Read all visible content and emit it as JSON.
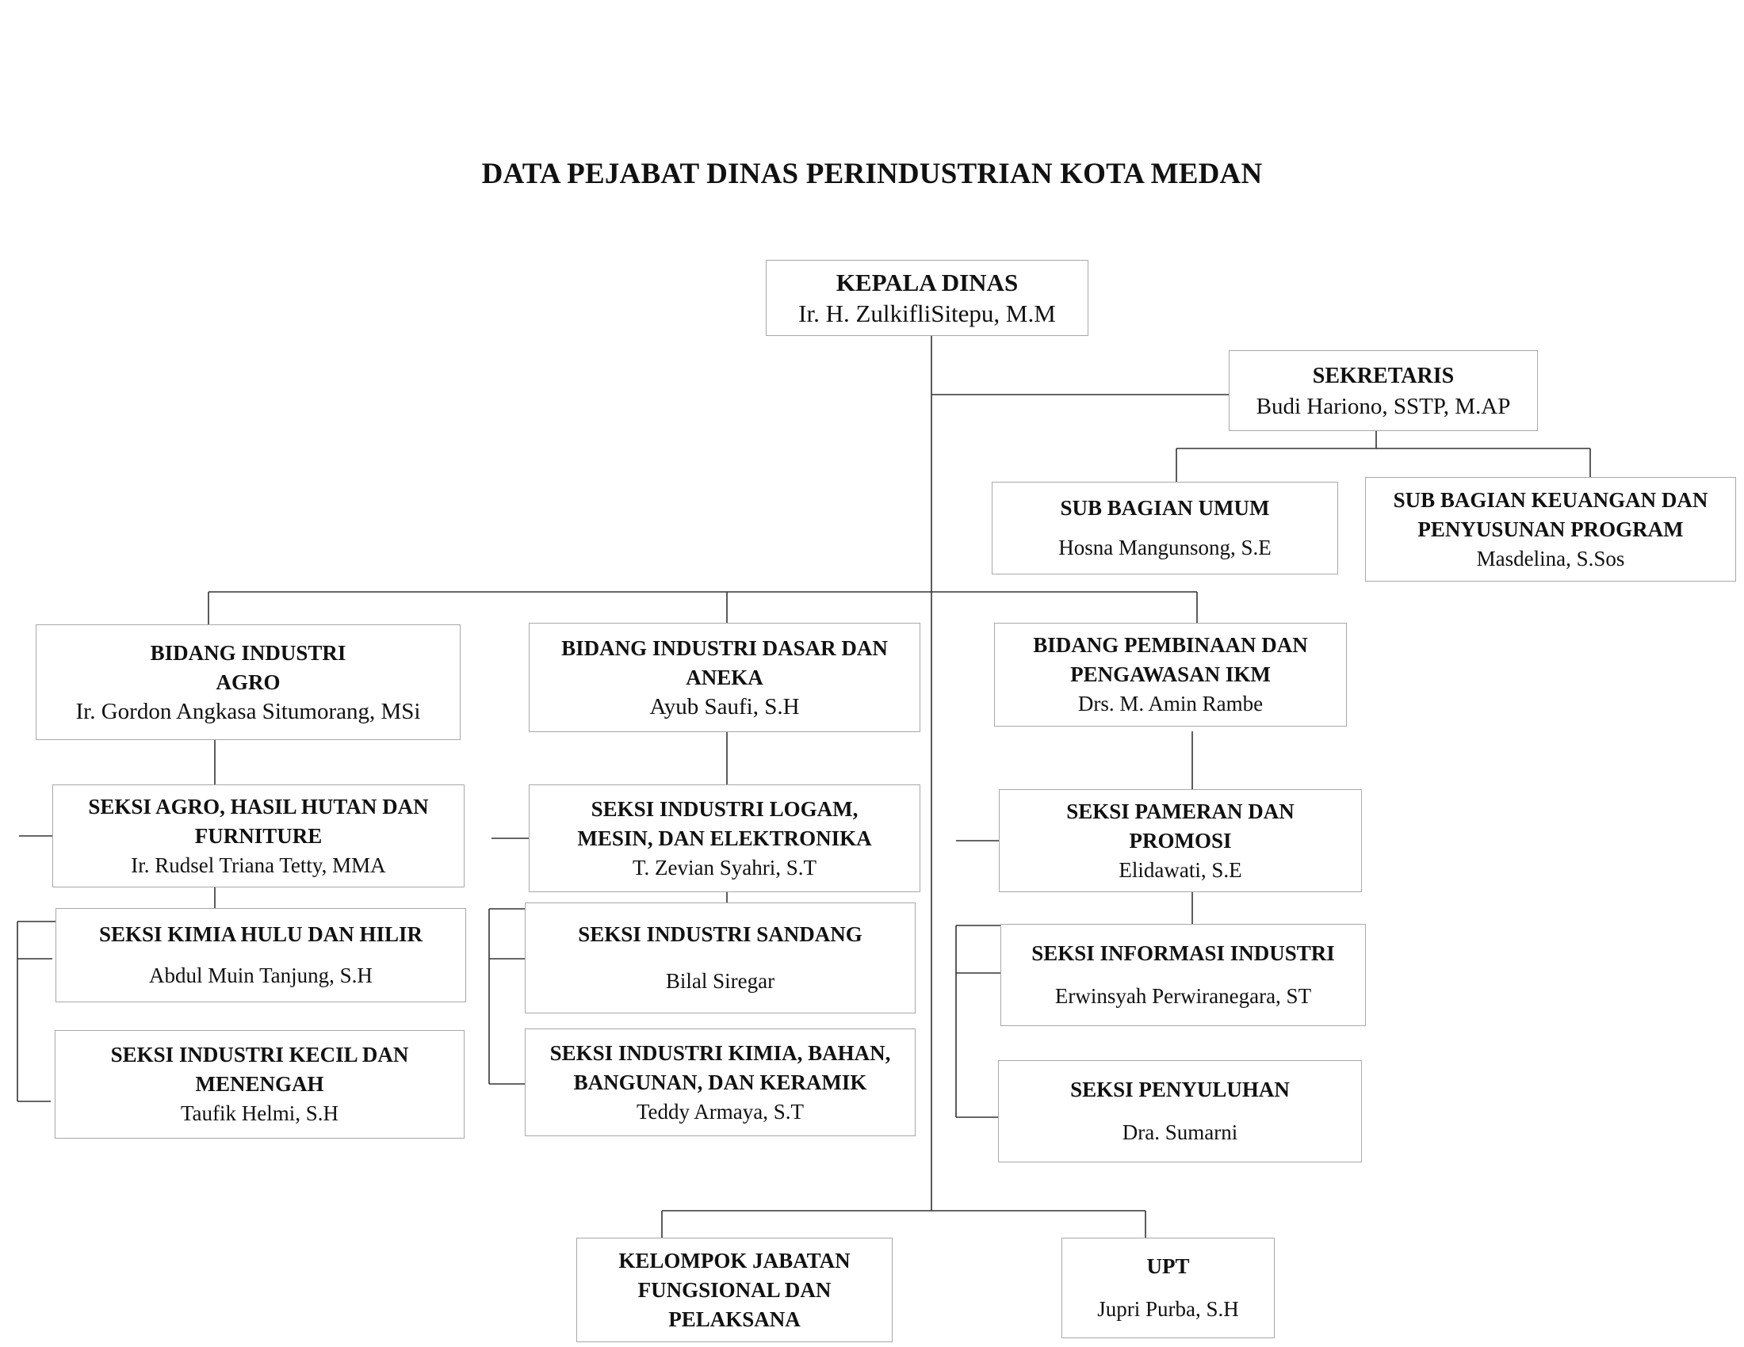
{
  "title": "DATA PEJABAT DINAS PERINDUSTRIAN KOTA MEDAN",
  "kepala": {
    "title": "KEPALA DINAS",
    "name": "Ir. H. ZulkifliSitepu, M.M"
  },
  "sekretaris": {
    "title": "SEKRETARIS",
    "name": "Budi Hariono, SSTP, M.AP"
  },
  "sub_umum": {
    "title": "SUB BAGIAN UMUM",
    "name": "Hosna Mangunsong, S.E"
  },
  "sub_keuangan": {
    "title_1": "SUB BAGIAN KEUANGAN DAN",
    "title_2": "PENYUSUNAN PROGRAM",
    "name": "Masdelina, S.Sos"
  },
  "bidang_agro": {
    "title_1": "BIDANG INDUSTRI",
    "title_2": "AGRO",
    "name": "Ir. Gordon Angkasa Situmorang, MSi"
  },
  "bidang_dasar": {
    "title_1": "BIDANG INDUSTRI DASAR DAN",
    "title_2": "ANEKA",
    "name": "Ayub Saufi, S.H"
  },
  "bidang_ikm": {
    "title_1": "BIDANG PEMBINAAN DAN",
    "title_2": "PENGAWASAN IKM",
    "name": "Drs. M. Amin Rambe"
  },
  "seksi_agro": {
    "title_1": "SEKSI AGRO, HASIL HUTAN DAN",
    "title_2": "FURNITURE",
    "name": "Ir. Rudsel Triana Tetty, MMA"
  },
  "seksi_kimia_hulu": {
    "title": "SEKSI KIMIA HULU DAN HILIR",
    "name": "Abdul Muin Tanjung, S.H"
  },
  "seksi_ikm": {
    "title_1": "SEKSI INDUSTRI KECIL DAN",
    "title_2": "MENENGAH",
    "name": "Taufik Helmi, S.H"
  },
  "seksi_logam": {
    "title_1": "SEKSI INDUSTRI LOGAM,",
    "title_2": "MESIN, DAN ELEKTRONIKA",
    "name": "T. Zevian Syahri, S.T"
  },
  "seksi_sandang": {
    "title": "SEKSI INDUSTRI SANDANG",
    "name": "Bilal Siregar"
  },
  "seksi_kimia_bahan": {
    "title_1": "SEKSI INDUSTRI KIMIA, BAHAN,",
    "title_2": "BANGUNAN, DAN KERAMIK",
    "name": "Teddy Armaya, S.T"
  },
  "seksi_pameran": {
    "title_1": "SEKSI PAMERAN DAN",
    "title_2": "PROMOSI",
    "name": "Elidawati, S.E"
  },
  "seksi_informasi": {
    "title": "SEKSI INFORMASI INDUSTRI",
    "name": "Erwinsyah Perwiranegara, ST"
  },
  "seksi_penyuluhan": {
    "title": "SEKSI PENYULUHAN",
    "name": "Dra. Sumarni"
  },
  "kelompok": {
    "title_1": "KELOMPOK JABATAN",
    "title_2": "FUNGSIONAL DAN",
    "title_3": "PELAKSANA"
  },
  "upt": {
    "title": "UPT",
    "name": "Jupri Purba, S.H"
  }
}
